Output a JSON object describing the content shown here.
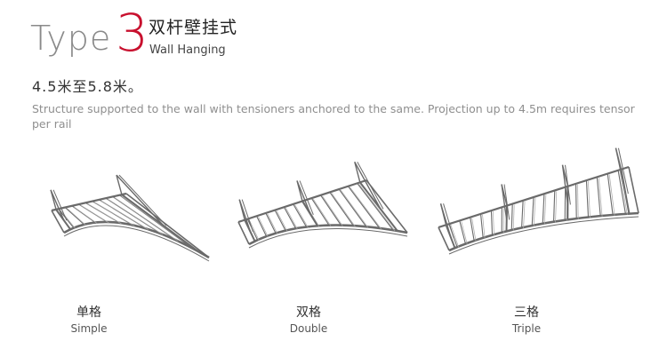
{
  "header": {
    "type_word": "Type",
    "type_number": "3",
    "title_cn": "双杆壁挂式",
    "title_en": "Wall Hanging"
  },
  "spec_line": "4.5米至5.8米。",
  "description": "Structure supported to the wall with tensioners anchored to the same. Projection up to 4.5m requires tensor per rail",
  "variants": [
    {
      "label_cn": "单格",
      "label_en": "Simple"
    },
    {
      "label_cn": "双格",
      "label_en": "Double"
    },
    {
      "label_cn": "三格",
      "label_en": "Triple"
    }
  ],
  "colors": {
    "accent": "#c8102e",
    "line": "#6a6a6a"
  }
}
